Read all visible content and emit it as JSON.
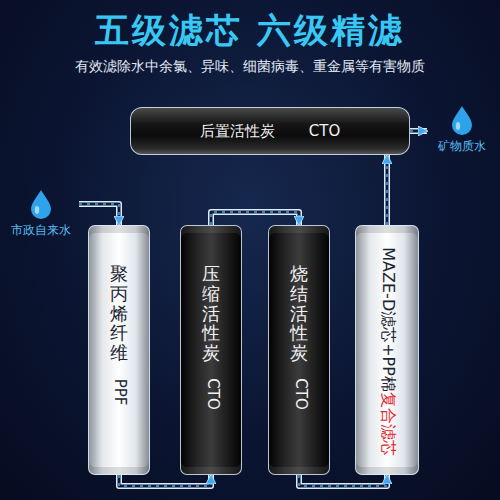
{
  "diagram": {
    "title": "五级滤芯 六级精滤",
    "nodes": [
      {
        "text": [
          "后置活性炭",
          "CTO"
        ]
      },
      {
        "text": [
          "矿物质水"
        ]
      },
      {
        "text": [
          "市政自来水"
        ]
      },
      {
        "text": [
          "聚丙烯纤维",
          "PPF"
        ]
      },
      {
        "text": [
          "压缩活性炭",
          "CTO"
        ]
      },
      {
        "text": [
          "烧结活性炭",
          "CTO"
        ]
      },
      {
        "text": [
          "MAZE-D滤芯+PP棉",
          "复合滤芯"
        ]
      }
    ],
    "edges": [
      {
        "from": 2,
        "to": 3,
        "arrow": "to"
      },
      {
        "from": 3,
        "to": 4,
        "arrow": "to"
      },
      {
        "from": 4,
        "to": 5,
        "arrow": "to"
      },
      {
        "from": 5,
        "to": 6,
        "arrow": "to"
      },
      {
        "from": 6,
        "to": 0,
        "arrow": "to"
      },
      {
        "from": 0,
        "to": 1,
        "arrow": "to"
      }
    ],
    "labels": [
      "有效滤除水中余氯、异味、细菌病毒、重金属等有害物质"
    ]
  }
}
